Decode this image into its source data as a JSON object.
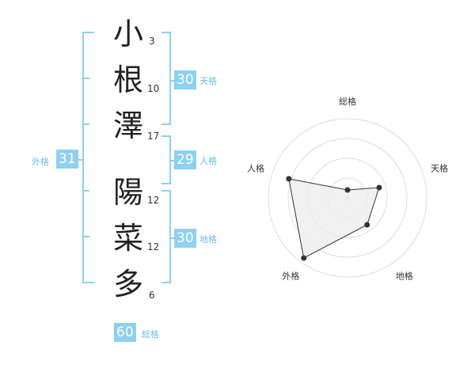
{
  "characters": [
    {
      "char": "小",
      "strokes": "3"
    },
    {
      "char": "根",
      "strokes": "10"
    },
    {
      "char": "澤",
      "strokes": "17"
    },
    {
      "char": "陽",
      "strokes": "12"
    },
    {
      "char": "菜",
      "strokes": "12"
    },
    {
      "char": "多",
      "strokes": "6"
    }
  ],
  "kakusu": {
    "tenkaku": {
      "value": "30",
      "label": "天格"
    },
    "jinkaku": {
      "value": "29",
      "label": "人格"
    },
    "chikaku": {
      "value": "30",
      "label": "地格"
    },
    "gaikaku": {
      "value": "31",
      "label": "外格"
    },
    "soukaku": {
      "value": "60",
      "label": "総格"
    }
  },
  "colors": {
    "accent": "#8fd0f2",
    "label": "#6bbde8",
    "ring": "#dddddd",
    "fill": "#eeeeee"
  },
  "chart_data": {
    "type": "radar",
    "axes": [
      "総格",
      "天格",
      "地格",
      "外格",
      "人格"
    ],
    "values": [
      0.1,
      0.42,
      0.42,
      0.94,
      0.78
    ],
    "max": 1,
    "rings": 4
  }
}
